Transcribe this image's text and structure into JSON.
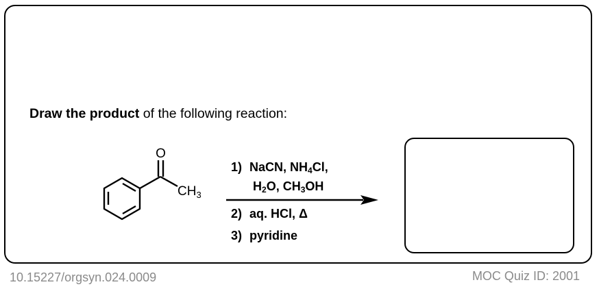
{
  "question": {
    "bold": "Draw the product",
    "rest": " of the following reaction:"
  },
  "molecule": {
    "oxygen_label": "O",
    "methyl_label": "CH",
    "methyl_sub": "3"
  },
  "conditions": {
    "step1_num": "1)",
    "step1_a": "NaCN, NH",
    "step1_a_sub": "4",
    "step1_a_tail": "Cl,",
    "step1_b1": "H",
    "step1_b1_sub": "2",
    "step1_b2": "O, CH",
    "step1_b2_sub": "3",
    "step1_b3": "OH",
    "step2_num": "2)",
    "step2": "aq. HCl, Δ",
    "step3_num": "3)",
    "step3": "pyridine"
  },
  "footer": {
    "doi": "10.15227/orgsyn.024.0009",
    "quiz_id": "MOC Quiz ID: 2001"
  }
}
